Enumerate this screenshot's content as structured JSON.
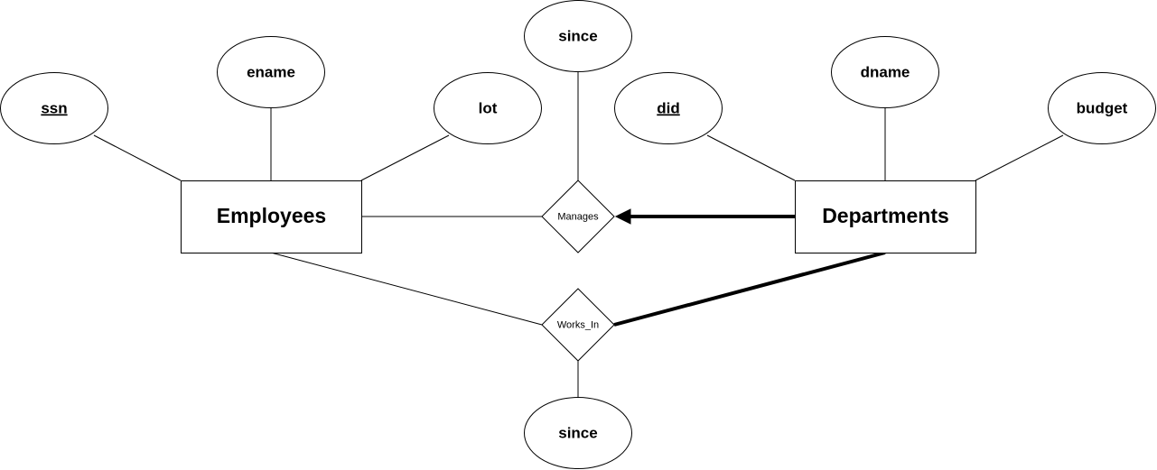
{
  "entities": {
    "employees": {
      "label": "Employees"
    },
    "departments": {
      "label": "Departments"
    }
  },
  "relationships": {
    "manages": {
      "label": "Manages"
    },
    "works_in": {
      "label": "Works_In"
    }
  },
  "attributes": {
    "ssn": {
      "label": "ssn",
      "key": true
    },
    "ename": {
      "label": "ename",
      "key": false
    },
    "lot": {
      "label": "lot",
      "key": false
    },
    "manages_since": {
      "label": "since",
      "key": false
    },
    "did": {
      "label": "did",
      "key": true
    },
    "dname": {
      "label": "dname",
      "key": false
    },
    "budget": {
      "label": "budget",
      "key": false
    },
    "works_in_since": {
      "label": "since",
      "key": false
    }
  }
}
